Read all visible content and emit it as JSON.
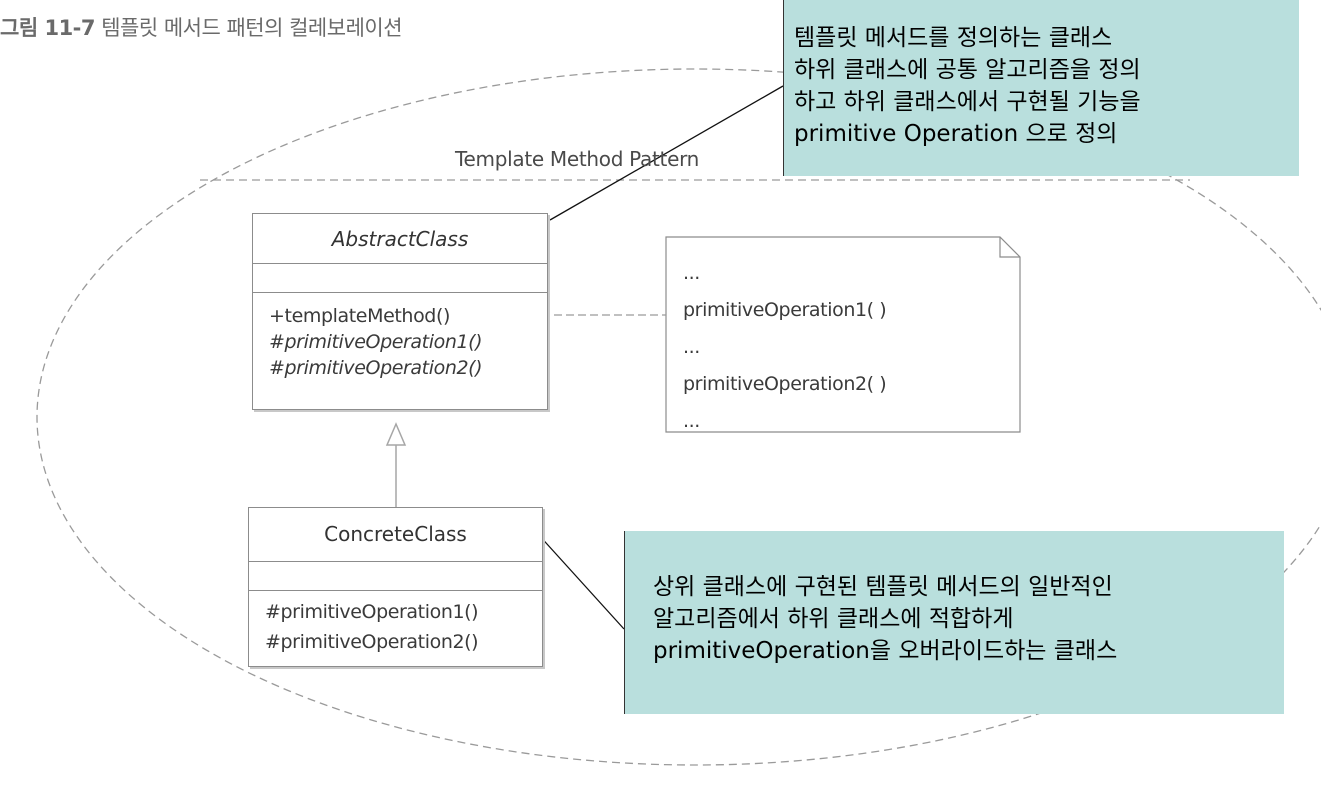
{
  "caption": {
    "label": "그림 11-7",
    "text": "템플릿 메서드 패턴의 컬레보레이션"
  },
  "pattern_label": "Template Method Pattern",
  "abstract_class": {
    "name": "AbstractClass",
    "operations": [
      "+templateMethod()",
      "#primitiveOperation1()",
      "#primitiveOperation2()"
    ]
  },
  "concrete_class": {
    "name": "ConcreteClass",
    "operations": [
      "#primitiveOperation1()",
      "#primitiveOperation2()"
    ]
  },
  "note": {
    "lines": [
      "...",
      "primitiveOperation1( )",
      "...",
      "primitiveOperation2( )",
      "..."
    ]
  },
  "callout_top": {
    "lines": [
      "템플릿 메서드를 정의하는 클래스",
      "하위 클래스에 공통 알고리즘을 정의",
      "하고 하위 클래스에서 구현될 기능을",
      "primitive Operation 으로 정의"
    ]
  },
  "callout_bottom": {
    "lines": [
      "상위 클래스에 구현된 템플릿 메서드의 일반적인",
      "알고리즘에서 하위 클래스에 적합하게",
      "primitiveOperation을 오버라이드하는 클래스"
    ]
  },
  "colors": {
    "callout_bg": "#b9dfdd",
    "box_border": "#8c8c8c",
    "dashed_line": "#9a9a9a"
  }
}
